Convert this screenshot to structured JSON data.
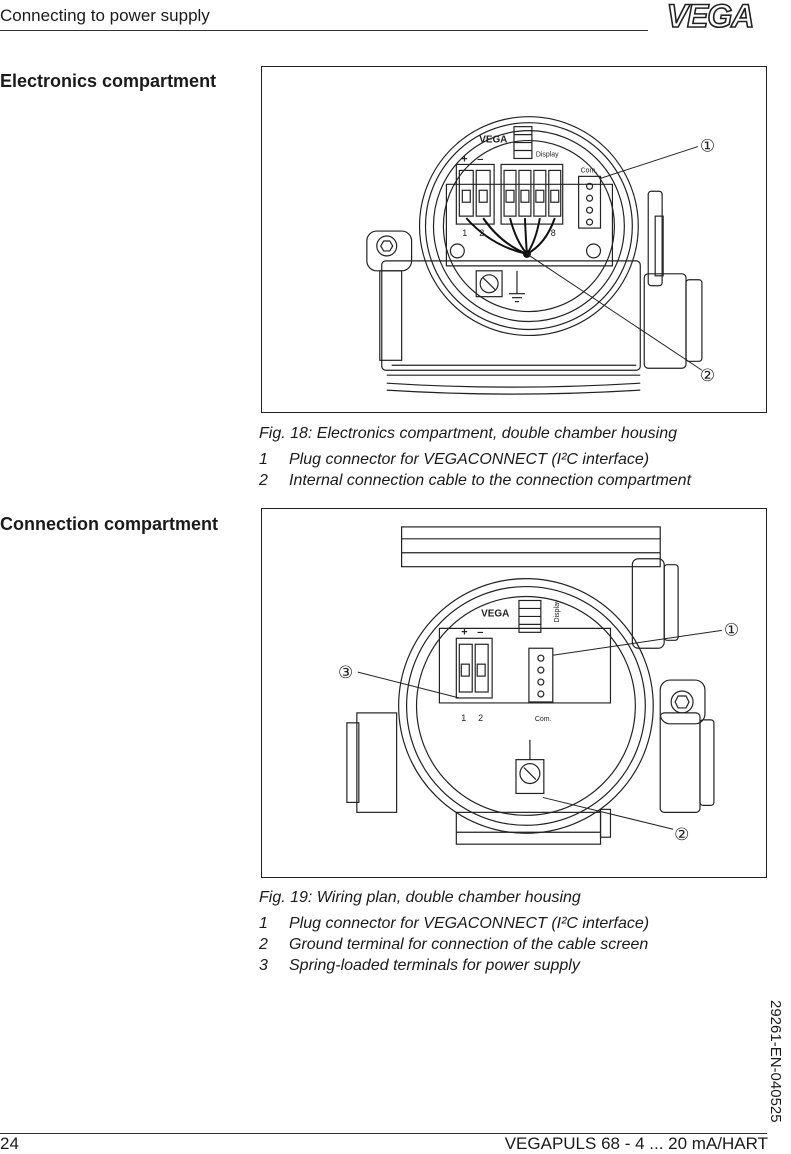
{
  "header": {
    "title": "Connecting to power supply",
    "logo_text": "VEGA"
  },
  "sections": [
    {
      "heading": "Electronics compartment",
      "caption": "Fig. 18: Electronics compartment, double chamber housing",
      "legend": [
        {
          "num": "1",
          "text": "Plug connector for VEGACONNECT (I²C interface)"
        },
        {
          "num": "2",
          "text": "Internal connection cable to the connection compartment"
        }
      ],
      "drawing": {
        "brand": "VEGA",
        "display": "Display",
        "com": "Com.",
        "plus": "+",
        "minus": "–",
        "term1": "1",
        "term2": "2",
        "term8": "8",
        "callout1": "①",
        "callout2": "②"
      }
    },
    {
      "heading": "Connection compartment",
      "caption": "Fig. 19: Wiring plan, double chamber housing",
      "legend": [
        {
          "num": "1",
          "text": "Plug connector for VEGACONNECT (I²C interface)"
        },
        {
          "num": "2",
          "text": "Ground terminal for connection of the cable screen"
        },
        {
          "num": "3",
          "text": "Spring-loaded terminals for power supply"
        }
      ],
      "drawing": {
        "brand": "VEGA",
        "display": "Display",
        "com": "Com.",
        "plus": "+",
        "minus": "–",
        "term1": "1",
        "term2": "2",
        "callout1": "①",
        "callout2": "②",
        "callout3": "③"
      }
    }
  ],
  "side_doc_id": "29261-EN-040525",
  "footer": {
    "page_number": "24",
    "product": "VEGAPULS 68 - 4 ... 20 mA/HART"
  }
}
